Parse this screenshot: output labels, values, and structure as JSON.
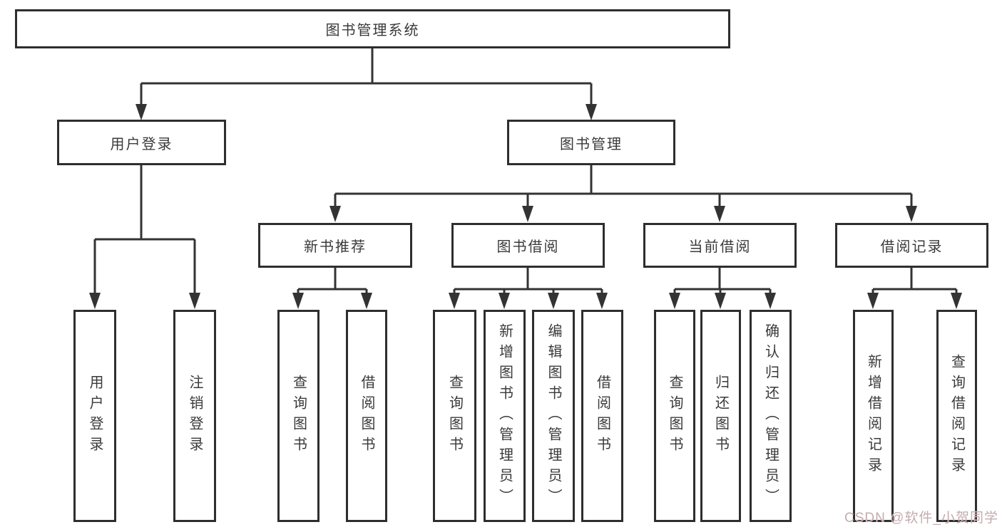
{
  "diagram": {
    "root": {
      "label": "图书管理系统"
    },
    "level1": [
      {
        "label": "用户登录"
      },
      {
        "label": "图书管理"
      }
    ],
    "level2": [
      {
        "label": "新书推荐"
      },
      {
        "label": "图书借阅"
      },
      {
        "label": "当前借阅"
      },
      {
        "label": "借阅记录"
      }
    ],
    "leaves": [
      {
        "label": "用户登录"
      },
      {
        "label": "注销登录"
      },
      {
        "label": "查询图书"
      },
      {
        "label": "借阅图书"
      },
      {
        "label": "查询图书"
      },
      {
        "label": "新增图书（管理员）"
      },
      {
        "label": "编辑图书（管理员）"
      },
      {
        "label": "借阅图书"
      },
      {
        "label": "查询图书"
      },
      {
        "label": "归还图书"
      },
      {
        "label": "确认归还（管理员）"
      },
      {
        "label": "新增借阅记录"
      },
      {
        "label": "查询借阅记录"
      }
    ],
    "watermark": "CSDN @软件_小贺同学",
    "colors": {
      "line": "#333333",
      "border": "#2e2e2e",
      "text": "#3a3a3a",
      "watermark": "#c5abae",
      "background": "#ffffff"
    }
  }
}
